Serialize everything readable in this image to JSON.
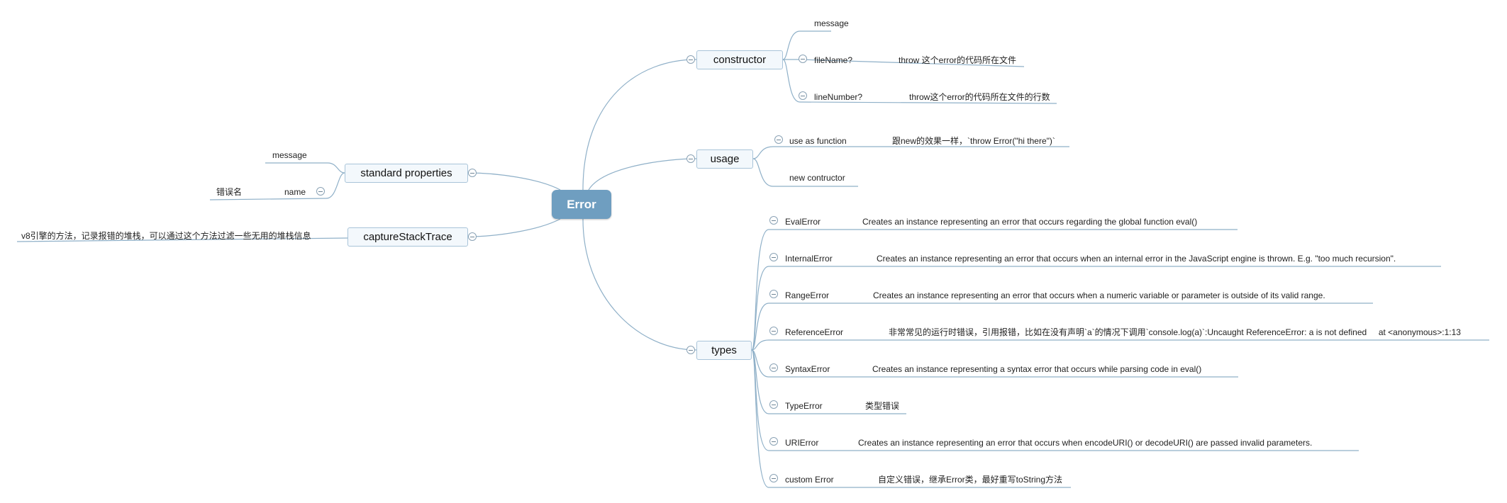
{
  "colors": {
    "root_fill": "#6f9ec0",
    "branch_fill": "#f3f8fc",
    "branch_border": "#a9c4d9",
    "link": "#8fb0c8"
  },
  "root": {
    "label": "Error"
  },
  "branches": {
    "constructor": {
      "label": "constructor",
      "children": [
        {
          "label": "message",
          "desc": ""
        },
        {
          "label": "fileName?",
          "desc": "throw 这个error的代码所在文件"
        },
        {
          "label": "lineNumber?",
          "desc": "throw这个error的代码所在文件的行数"
        }
      ]
    },
    "usage": {
      "label": "usage",
      "children": [
        {
          "label": "use as function",
          "desc": "跟new的效果一样，`throw Error(\"hi there\")`"
        },
        {
          "label": "new contructor",
          "desc": ""
        }
      ]
    },
    "types": {
      "label": "types",
      "children": [
        {
          "label": "EvalError",
          "desc": "Creates an instance representing an error that occurs regarding the global function eval()"
        },
        {
          "label": "InternalError",
          "desc": "Creates an instance representing an error that occurs when an internal error in the JavaScript engine is thrown. E.g. \"too much recursion\"."
        },
        {
          "label": "RangeError",
          "desc": "Creates an instance representing an error that occurs when a numeric variable or parameter is outside of its valid range."
        },
        {
          "label": "ReferenceError",
          "desc": "非常常见的运行时错误，引用报错，比如在没有声明`a`的情况下调用`console.log(a)`:Uncaught ReferenceError: a is not defined     at <anonymous>:1:13"
        },
        {
          "label": "SyntaxError",
          "desc": "Creates an instance representing a syntax error that occurs while parsing code in eval()"
        },
        {
          "label": "TypeError",
          "desc": "类型错误"
        },
        {
          "label": "URIError",
          "desc": "Creates an instance representing an error that occurs when encodeURI() or decodeURI() are passed invalid parameters."
        },
        {
          "label": "custom Error",
          "desc": "自定义错误，继承Error类，最好重写toString方法"
        }
      ]
    },
    "standard_properties": {
      "label": "standard properties",
      "children": [
        {
          "label": "message",
          "desc": ""
        },
        {
          "label": "name",
          "desc": "错误名"
        }
      ]
    },
    "captureStackTrace": {
      "label": "captureStackTrace",
      "desc": "v8引擎的方法，记录报错的堆栈，可以通过这个方法过滤一些无用的堆栈信息"
    }
  }
}
